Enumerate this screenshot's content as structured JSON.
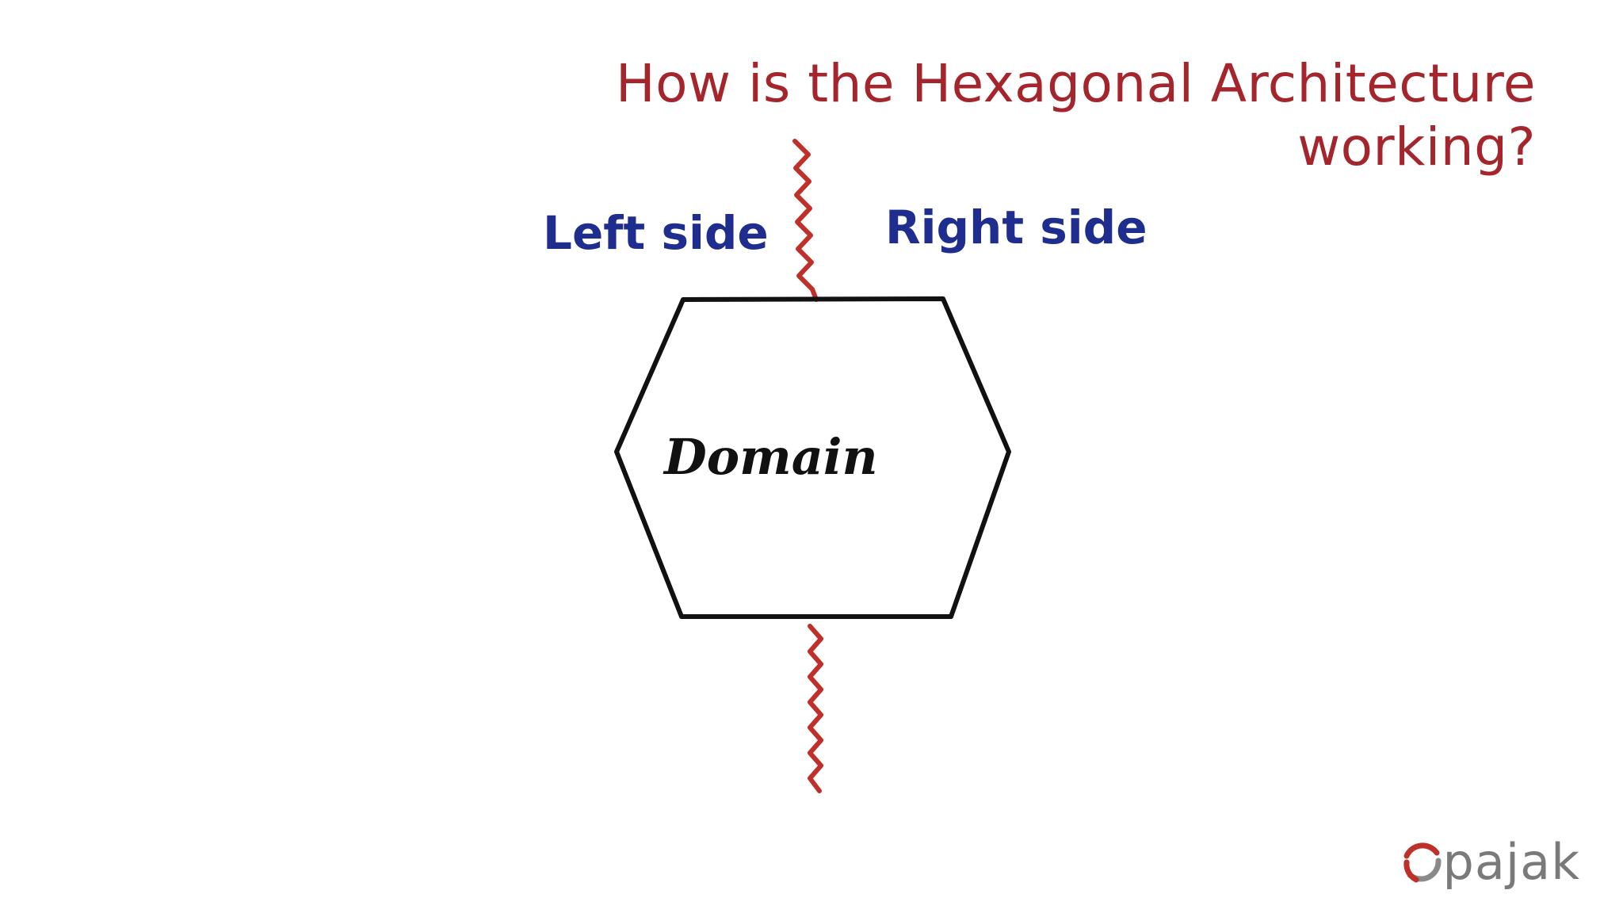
{
  "slide": {
    "title_line1": "How is the Hexagonal Architecture",
    "title_line2": "working?"
  },
  "diagram": {
    "left_label": "Left side",
    "right_label": "Right side",
    "center_label": "Domain"
  },
  "logo": {
    "text": "pajak"
  },
  "colors": {
    "title": "#a4262c",
    "side_labels": "#1f2d8f",
    "zigzag": "#c0302a",
    "hexagon_stroke": "#111111",
    "domain_text": "#111111",
    "logo_text": "#7a7a7a",
    "logo_mark_red": "#c0302a",
    "logo_mark_gray": "#8a8a8a"
  }
}
